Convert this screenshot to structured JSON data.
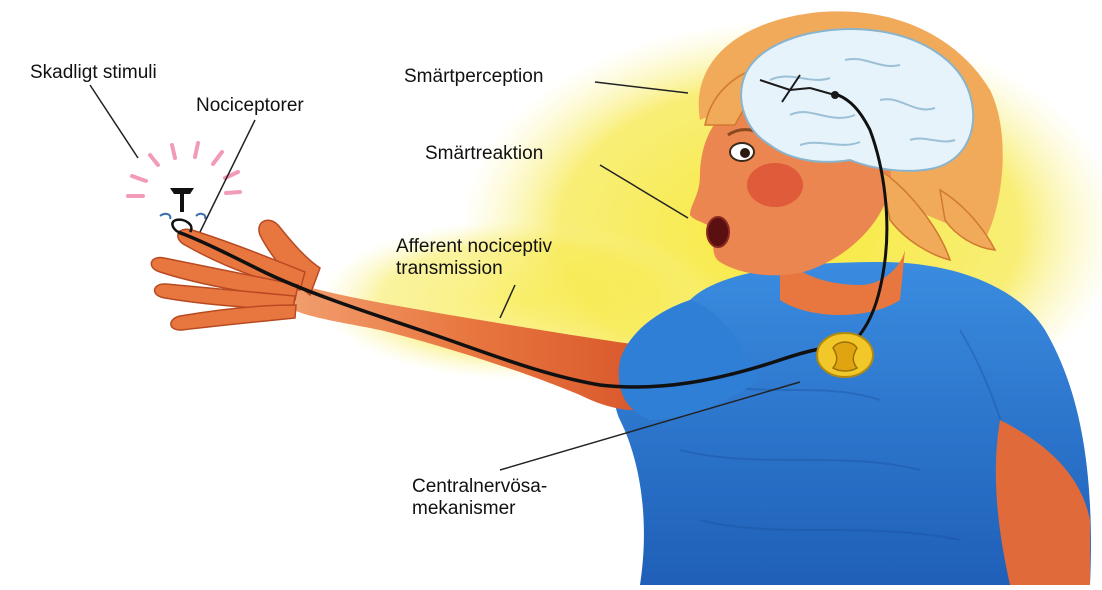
{
  "labels": {
    "skadligt_stimuli": "Skadligt stimuli",
    "nociceptorer": "Nociceptorer",
    "smartperception": "Smärtperception",
    "smartreaktion": "Smärtreaktion",
    "afferent_line1": "Afferent nociceptiv",
    "afferent_line2": "transmission",
    "central_line1": "Centralnervösa-",
    "central_line2": "mekanismer"
  },
  "colors": {
    "background": "#ffffff",
    "shirt": "#2f7fd6",
    "skin": "#e8763f",
    "hair": "#f1a95a",
    "brain": "#e6f3fb",
    "pain_glow": "#f7e93a",
    "stimulus_rays": "#f29bb6",
    "nerve_line": "#111111",
    "spinal_cord": "#f2c72a"
  },
  "icons": {
    "stimulus": "thumbtack-icon",
    "brain": "brain-icon",
    "spinal_cord": "spinal-cord-cross-section-icon"
  }
}
